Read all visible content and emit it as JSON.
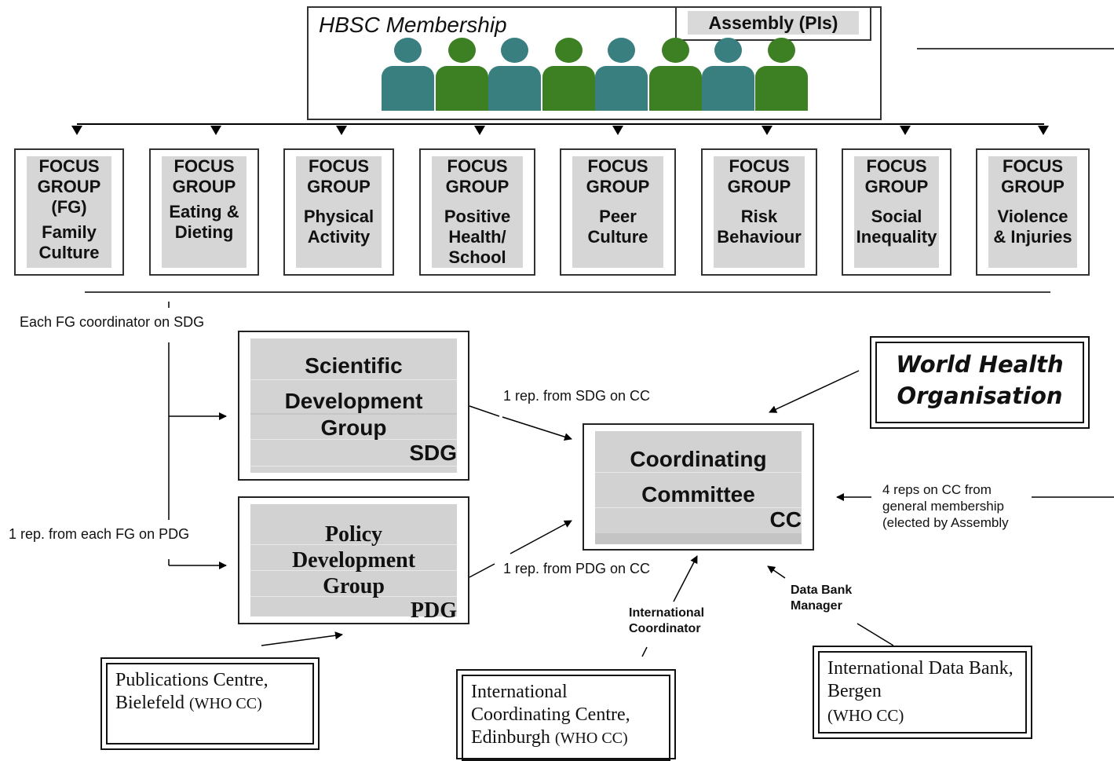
{
  "membership": {
    "title": "HBSC Membership",
    "assembly_label": "Assembly (PIs)",
    "people": [
      "teal",
      "green",
      "teal",
      "green",
      "teal",
      "green",
      "teal",
      "green"
    ]
  },
  "focus_groups": [
    {
      "header": "FOCUS GROUP (FG)",
      "topic": "Family Culture"
    },
    {
      "header": "FOCUS GROUP",
      "topic": "Eating & Dieting"
    },
    {
      "header": "FOCUS GROUP",
      "topic": "Physical Activity"
    },
    {
      "header": "FOCUS GROUP",
      "topic": "Positive Health/ School"
    },
    {
      "header": "FOCUS GROUP",
      "topic": "Peer Culture"
    },
    {
      "header": "FOCUS GROUP",
      "topic": "Risk Behaviour"
    },
    {
      "header": "FOCUS GROUP",
      "topic": "Social Inequality"
    },
    {
      "header": "FOCUS GROUP",
      "topic": "Violence & Injuries"
    }
  ],
  "labels": {
    "fg_on_sdg": "Each FG coordinator on SDG",
    "fg_on_pdg": "1 rep. from each FG on PDG",
    "sdg_on_cc": "1 rep. from SDG on CC",
    "pdg_on_cc": "1 rep. from PDG on CC",
    "reps_on_cc_1": "4 reps on CC from",
    "reps_on_cc_2": "general membership",
    "reps_on_cc_3": "(elected by Assembly",
    "intl_coord_1": "International",
    "intl_coord_2": "Coordinator",
    "data_bank_mgr_1": "Data Bank",
    "data_bank_mgr_2": "Manager"
  },
  "sdg": {
    "line1": "Scientific",
    "line2": "Development",
    "line3": "Group",
    "abbr": "SDG"
  },
  "pdg": {
    "line1": "Policy",
    "line2": "Development",
    "line3": "Group",
    "abbr": "PDG"
  },
  "cc": {
    "line1": "Coordinating",
    "line2": "Committee",
    "abbr": "CC"
  },
  "who": {
    "line1": "World Health",
    "line2": "Organisation"
  },
  "publications": {
    "line1": "Publications Centre,",
    "line2": "Bielefeld",
    "line2_small": "(WHO CC)"
  },
  "coordinating_centre": {
    "line1": "International",
    "line2": "Coordinating Centre,",
    "line3": "Edinburgh",
    "line3_small": "(WHO CC)"
  },
  "data_bank": {
    "line1": "International Data Bank,",
    "line2": "Bergen",
    "line3": "(WHO CC)"
  },
  "colors": {
    "teal": "#3a7f7f",
    "green": "#3d8023",
    "box_fill": "#d6d6d6"
  }
}
